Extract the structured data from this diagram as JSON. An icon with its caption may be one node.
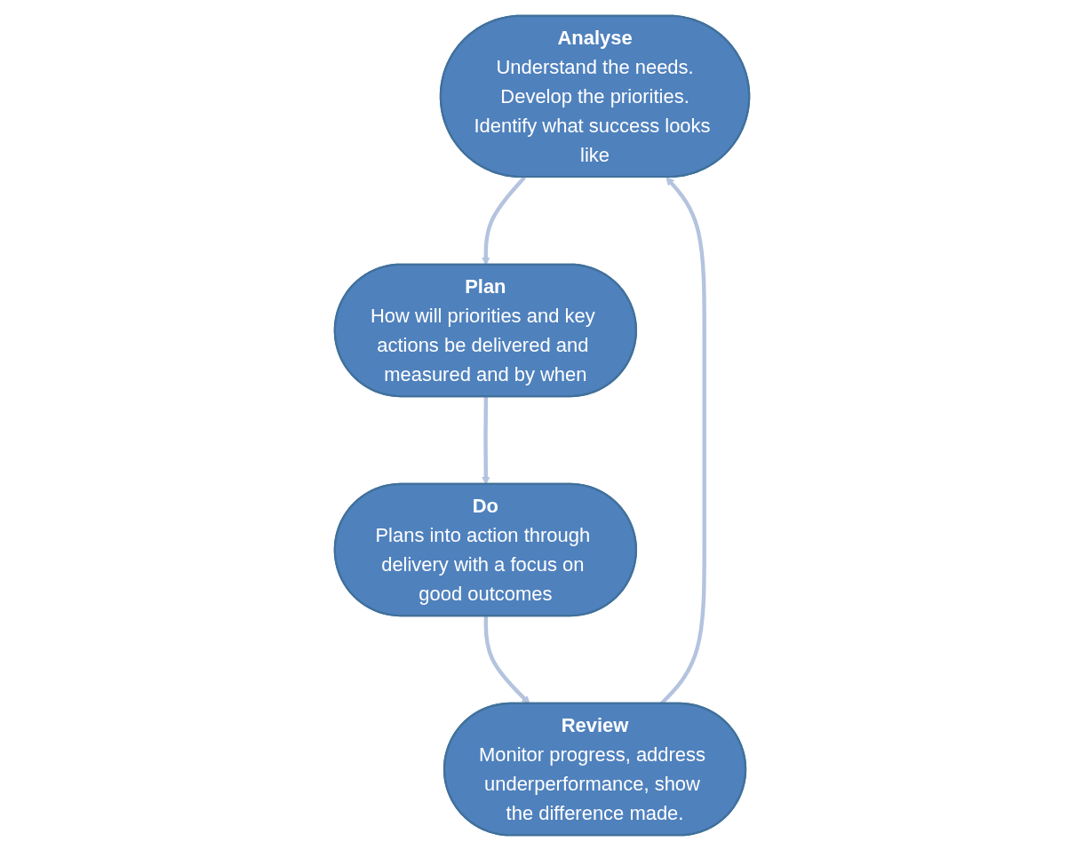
{
  "diagram": {
    "nodes": [
      {
        "text": [
          "Analyse",
          "Understand the needs.",
          "Develop the priorities.",
          "Identify what success looks like"
        ]
      },
      {
        "text": [
          "Plan",
          "How will priorities and key actions be delivered and measured and by when"
        ]
      },
      {
        "text": [
          "Do",
          "Plans into action through delivery with a focus on good outcomes"
        ]
      },
      {
        "text": [
          "Review",
          "Monitor progress, address underperformance, show the difference made."
        ]
      }
    ],
    "edges": [
      {
        "from": 0,
        "to": 1,
        "arrow": "to"
      },
      {
        "from": 1,
        "to": 2,
        "arrow": "to"
      },
      {
        "from": 2,
        "to": 3,
        "arrow": "to"
      },
      {
        "from": 3,
        "to": 0,
        "arrow": "to"
      }
    ]
  }
}
